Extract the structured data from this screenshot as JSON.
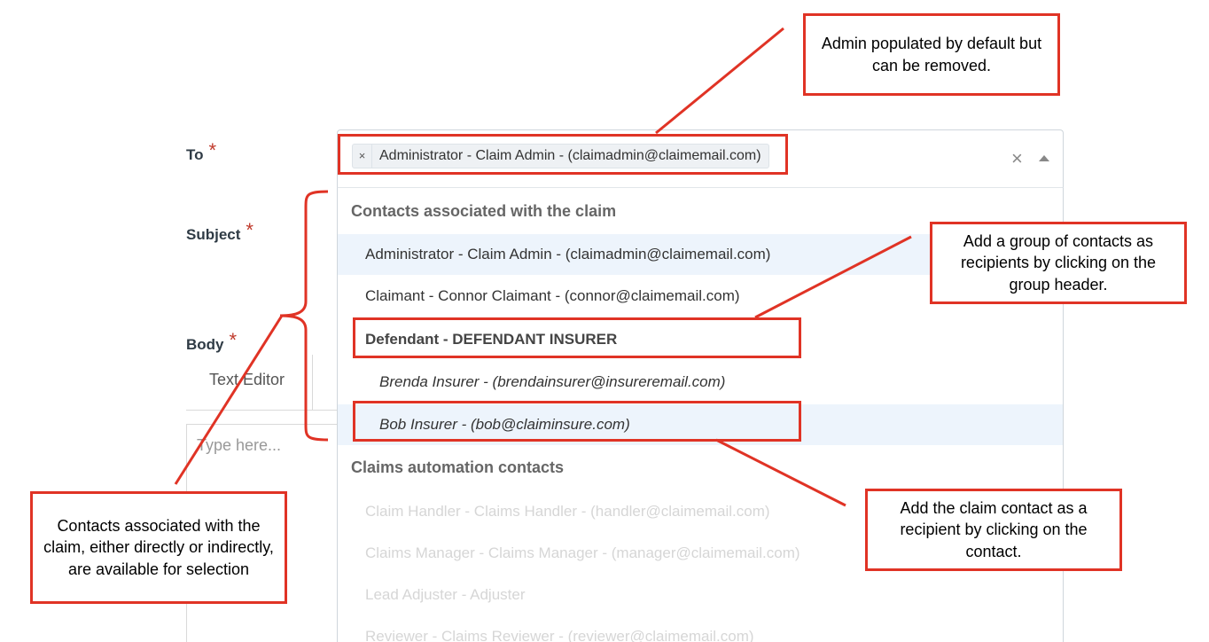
{
  "form": {
    "to_label": "To",
    "subject_label": "Subject",
    "body_label": "Body",
    "required_mark": "*",
    "editor_tab": "Text Editor",
    "editor_placeholder": "Type here..."
  },
  "select": {
    "selected_tag": "Administrator - Claim Admin - (claimadmin@claimemail.com)",
    "tag_remove": "×",
    "clear": "×"
  },
  "dropdown": {
    "group1_header": "Contacts associated with the claim",
    "option_admin": "Administrator - Claim Admin - (claimadmin@claimemail.com)",
    "option_claimant": "Claimant - Connor Claimant - (connor@claimemail.com)",
    "group_defendant": "Defendant - DEFENDANT INSURER",
    "option_brenda": "Brenda Insurer - (brendainsurer@insureremail.com)",
    "option_bob": "Bob Insurer - (bob@claiminsure.com)",
    "group2_header": "Claims automation contacts",
    "faded_1": "Claim Handler - Claims Handler - (handler@claimemail.com)",
    "faded_2": "Claims Manager - Claims Manager - (manager@claimemail.com)",
    "faded_3": "Lead Adjuster - Adjuster",
    "faded_4": "Reviewer - Claims Reviewer - (reviewer@claimemail.com)"
  },
  "callouts": {
    "admin_note": "Admin populated by default but can be removed.",
    "group_note": "Add a group of contacts as recipients by clicking on the group header.",
    "contact_note": "Add the claim contact as a recipient by clicking on the contact.",
    "associated_note": "Contacts associated with the claim, either directly or indirectly, are available for selection"
  },
  "colors": {
    "annotation_red": "#e03325",
    "highlight": "#edf4fc",
    "required": "#c0392b"
  }
}
